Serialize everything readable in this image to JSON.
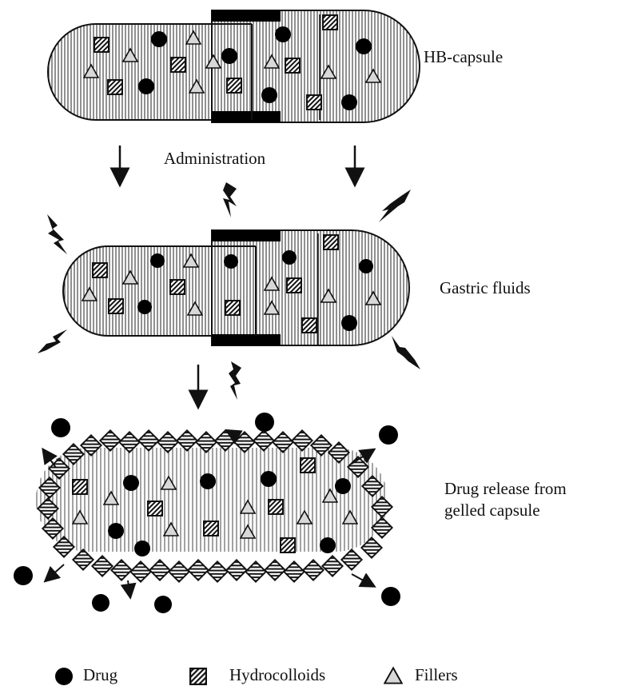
{
  "labels": {
    "hb_capsule": "HB-capsule",
    "administration": "Administration",
    "gastric_fluids": "Gastric fluids",
    "drug_release_line1": "Drug release from",
    "drug_release_line2": "gelled capsule"
  },
  "legend": {
    "drug": "Drug",
    "hydrocolloids": "Hydrocolloids",
    "fillers": "Fillers"
  }
}
